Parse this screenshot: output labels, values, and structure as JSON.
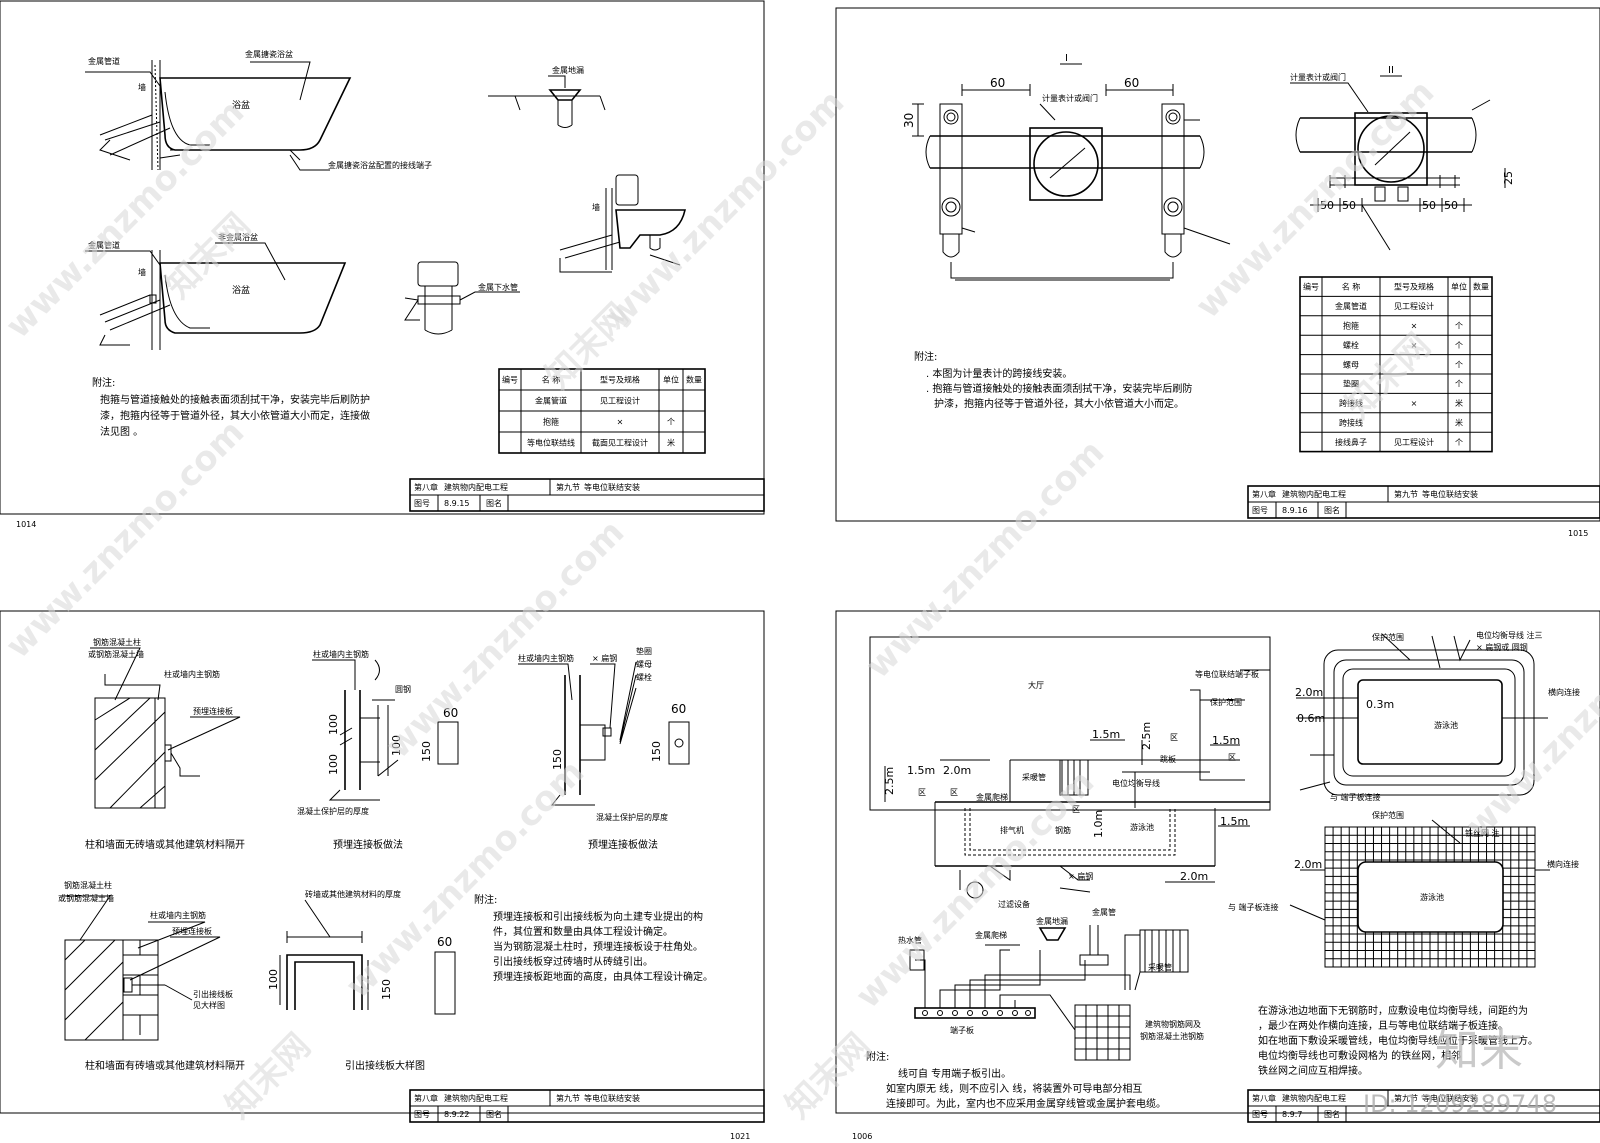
{
  "sheets": [
    {
      "page_no": "1014",
      "title_block": {
        "chapter": "第八章",
        "chapter_name": "建筑物内配电工程",
        "section": "第九节",
        "section_name": "等电位联结安装",
        "fig_label": "图号",
        "fig_no": "8.9.15",
        "name_label": "图名"
      },
      "labels": {
        "metal_pipe_1": "金属管道",
        "wall_1": "墙",
        "tub_1": "金属搪瓷浴盆",
        "bath_1": "浴盆",
        "terminal": "金属搪瓷浴盆配置的接线端子",
        "metal_pipe_2": "金属管道",
        "wall_2": "墙",
        "tub_2": "非金属浴盆",
        "bath_2": "浴盆",
        "floor_drain": "金属地漏",
        "wall_3": "墙",
        "down_pipe": "金属下水管"
      },
      "notes": {
        "head": "附注:",
        "lines": [
          "抱箍与管道接触处的接触表面须刮拭干净，安装完毕后刷防护",
          "漆，抱箍内径等于管道外径，其大小依管道大小而定，连接做",
          "法见图          。"
        ]
      },
      "table": {
        "headers": [
          "编号",
          "名 称",
          "型号及规格",
          "单位",
          "数量"
        ],
        "rows": [
          [
            "",
            "金属管道",
            "见工程设计",
            "",
            ""
          ],
          [
            "",
            "抱箍",
            "×",
            "个",
            ""
          ],
          [
            "",
            "等电位联结线",
            "截面见工程设计",
            "米",
            ""
          ]
        ]
      }
    },
    {
      "page_no": "1015",
      "title_block": {
        "chapter": "第八章",
        "chapter_name": "建筑物内配电工程",
        "section": "第九节",
        "section_name": "等电位联结安装",
        "fig_label": "图号",
        "fig_no": "8.9.16",
        "name_label": "图名"
      },
      "labels": {
        "view_1": "I",
        "view_2": "II",
        "dim_60a": "60",
        "dim_60b": "60",
        "dim_30": "30",
        "dim_25": "25",
        "dim_50": "50",
        "meter_1": "计量表计或阀门",
        "meter_2": "计量表计或阀门"
      },
      "notes": {
        "head": "附注:",
        "lines": [
          ". 本图为计量表计的跨接线安装。",
          ". 抱箍与管道接触处的接触表面须刮拭干净，安装完毕后刷防",
          "护漆，抱箍内径等于管道外径，其大小依管道大小而定。"
        ]
      },
      "table": {
        "headers": [
          "编号",
          "名 称",
          "型号及规格",
          "单位",
          "数量"
        ],
        "rows": [
          [
            "",
            "金属管道",
            "见工程设计",
            "",
            ""
          ],
          [
            "",
            "抱箍",
            "×",
            "个",
            ""
          ],
          [
            "",
            "螺栓",
            "×",
            "个",
            ""
          ],
          [
            "",
            "螺母",
            "",
            "个",
            ""
          ],
          [
            "",
            "垫圈",
            "",
            "个",
            ""
          ],
          [
            "",
            "跨接线",
            "×",
            "米",
            ""
          ],
          [
            "",
            "跨接线",
            "",
            "米",
            ""
          ],
          [
            "",
            "接线鼻子",
            "见工程设计",
            "个",
            ""
          ]
        ]
      }
    },
    {
      "page_no": "1021",
      "title_block": {
        "chapter": "第八章",
        "chapter_name": "建筑物内配电工程",
        "section": "第九节",
        "section_name": "等电位联结安装",
        "fig_label": "图号",
        "fig_no": "8.9.22",
        "name_label": "图名"
      },
      "labels": {
        "rc_col_1": "钢筋混凝土柱",
        "rc_col_1b": "或钢筋混凝土墙",
        "main_bar_1": "柱或墙内主钢筋",
        "plate_1": "预埋连接板",
        "caption_1": "柱和墙面无砖墙或其他建筑材料隔开",
        "main_bar_2": "柱或墙内主钢筋",
        "round_steel": "圆钢",
        "cover_1": "混凝土保护层的厚度",
        "caption_2": "预埋连接板做法",
        "main_bar_3": "柱或墙内主钢筋",
        "flat_steel": "× 扁钢",
        "washer": "垫圈",
        "nut": "螺母",
        "bolt": "螺栓",
        "cover_2": "混凝土保护层的厚度",
        "caption_3": "预埋连接板做法",
        "rc_col_2": "钢筋混凝土柱",
        "rc_col_2b": "或钢筋混凝土墙",
        "main_bar_4": "柱或墙内主钢筋",
        "plate_2": "预埋连接板",
        "lead_plate": "引出接线板",
        "see_detail": "见大样图",
        "caption_4": "柱和墙面有砖墙或其他建筑材料隔开",
        "brick_thk": "砖墙或其他建筑材料的厚度",
        "caption_5": "引出接线板大样图",
        "d100a": "100",
        "d100b": "100",
        "d100c": "100",
        "d150a": "150",
        "d150b": "150",
        "d150c": "150",
        "d60a": "60",
        "d60b": "60",
        "d60c": "60",
        "d100d": "100"
      },
      "notes": {
        "head": "附注:",
        "lines": [
          "预埋连接板和引出接线板为向土建专业提出的构",
          "件，其位置和数量由具体工程设计确定。",
          "当为钢筋混凝土柱时，预埋连接板设于柱角处。",
          "引出接线板穿过砖墙时从砖缝引出。",
          "预埋连接板距地面的高度，由具体工程设计确定。"
        ]
      }
    },
    {
      "page_no": "1006",
      "title_block": {
        "chapter": "第八章",
        "chapter_name": "建筑物内配电工程",
        "section": "第九节",
        "section_name": "等电位联结安装",
        "fig_label": "图号",
        "fig_no": "8.9.7",
        "name_label": "图名"
      },
      "labels": {
        "hall": "大厅",
        "terminal_board_top": "等电位联结端子板",
        "protect_zone": "保护范围",
        "ladder": "金属爬梯",
        "d15a": "1.5m",
        "d25a": "2.5m",
        "d15b": "1.5m",
        "d25b": "2.5m",
        "d20a": "2.0m",
        "d15c": "1.5m",
        "d10a": "1.0m",
        "d15d": "1.5m",
        "d20b": "2.0m",
        "zone_a": "区",
        "zone_b": "区",
        "zone_c": "区",
        "zone_d": "区",
        "zone_e": "区",
        "diving": "跳板",
        "heating": "采暖管",
        "conductor": "电位均衡导线",
        "exhaust": "排气机",
        "rebar": "钢筋",
        "flat_bar": "× 扁钢",
        "pool_a": "游泳池",
        "filter": "过滤设备",
        "hot_pipe": "热水管",
        "ladder_2": "金属爬梯",
        "drain": "金属地漏",
        "metal_pipe": "金属管",
        "heating_2": "采暖管",
        "term_board": "端子板",
        "mesh_label_1": "建筑物钢筋网及",
        "mesh_label_2": "钢筋混凝土池钢筋",
        "protect_r1": "保护范围",
        "conductor_note": "电位均衡导线 注三",
        "flat_r": "×    扁钢或    圆钢",
        "pool_r1": "游泳池",
        "d20c": "2.0m",
        "d03": "0.3m",
        "d06": "0.6m",
        "cross_link_1": "横向连接",
        "term_link_1": "与    端子板连接",
        "protect_r2": "保护范围",
        "wire_mesh": "铁丝网 注",
        "pool_r2": "游泳池",
        "d20d": "2.0m",
        "cross_link_2": "横向连接",
        "term_link_2": "与    端子板连接"
      },
      "notes": {
        "head": "附注:",
        "lines": [
          "线可自      专用端子板引出。",
          "如室内原无      线，则不应引入      线，将装置外可导电部分相互",
          "连接即可。为此，室内也不应采用金属穿线管或金属护套电缆。"
        ]
      },
      "notes_right": [
        "在游泳池边地面下无钢筋时，应敷设电位均衡导线，间距约为",
        "      ，最少在两处作横向连接，且与等电位联结端子板连接。",
        "如在地面下敷设采暖管线，电位均衡导线应位于采暖管线上方。",
        "电位均衡导线也可敷设网格为                   的铁丝网，相邻",
        "铁丝网之间应互相焊接。"
      ]
    }
  ],
  "watermark": {
    "site": "www.znzmo.com",
    "brand": "知末网",
    "logo": "知末",
    "id_text": "ID: 1209289748"
  }
}
